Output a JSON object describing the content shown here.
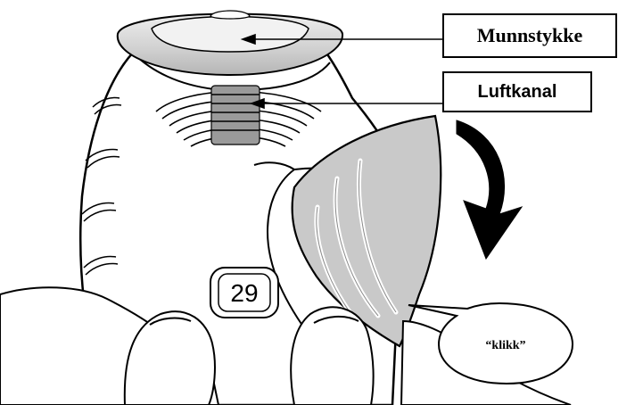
{
  "labels": {
    "mouthpiece": "Munnstykke",
    "air_channel": "Luftkanal",
    "click_sound": "“klikk”"
  },
  "counter": {
    "value": "29"
  },
  "colors": {
    "outline": "#000000",
    "body_fill": "#ffffff",
    "cover_fill": "#c9c9c9",
    "mouthpiece_fill": "#d9d9d9",
    "arrow_fill": "#000000"
  },
  "icons": {
    "rotation_arrow": "curved-arrow-down-icon"
  }
}
